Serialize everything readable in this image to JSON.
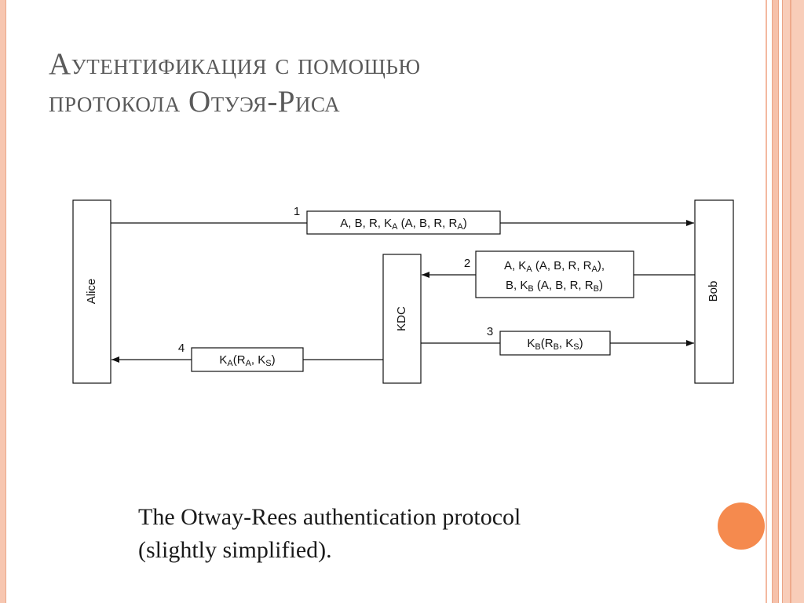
{
  "slide": {
    "title_line1": "Аутентификация с помощью",
    "title_line2": "протокола Отуэя-Риса",
    "caption_line1": "The Otway-Rees authentication protocol",
    "caption_line2": "(slightly simplified)."
  },
  "diagram": {
    "participants": {
      "alice": "Alice",
      "kdc": "KDC",
      "bob": "Bob"
    },
    "messages": [
      {
        "number": "1",
        "from": "Alice",
        "to": "Bob",
        "lines": [
          [
            {
              "t": "A, B, R, K"
            },
            {
              "t": "A",
              "sub": true
            },
            {
              "t": " (A, B, R, R"
            },
            {
              "t": "A",
              "sub": true
            },
            {
              "t": ")"
            }
          ]
        ]
      },
      {
        "number": "2",
        "from": "Bob",
        "to": "KDC",
        "lines": [
          [
            {
              "t": "A, K"
            },
            {
              "t": "A",
              "sub": true
            },
            {
              "t": " (A, B, R, R"
            },
            {
              "t": "A",
              "sub": true
            },
            {
              "t": "),"
            }
          ],
          [
            {
              "t": "B, K"
            },
            {
              "t": "B",
              "sub": true
            },
            {
              "t": " (A, B, R, R"
            },
            {
              "t": "B",
              "sub": true
            },
            {
              "t": ")"
            }
          ]
        ]
      },
      {
        "number": "3",
        "from": "KDC",
        "to": "Bob",
        "lines": [
          [
            {
              "t": "K"
            },
            {
              "t": "B",
              "sub": true
            },
            {
              "t": "(R"
            },
            {
              "t": "B",
              "sub": true
            },
            {
              "t": ", K"
            },
            {
              "t": "S",
              "sub": true
            },
            {
              "t": ")"
            }
          ]
        ]
      },
      {
        "number": "4",
        "from": "KDC",
        "to": "Alice",
        "lines": [
          [
            {
              "t": "K"
            },
            {
              "t": "A",
              "sub": true
            },
            {
              "t": "(R"
            },
            {
              "t": "A",
              "sub": true
            },
            {
              "t": ", K"
            },
            {
              "t": "S",
              "sub": true
            },
            {
              "t": ")"
            }
          ]
        ]
      }
    ]
  },
  "colors": {
    "frame": "#f7c6b0",
    "accent_dot": "#f58a4e",
    "title": "#5a5a5a"
  }
}
